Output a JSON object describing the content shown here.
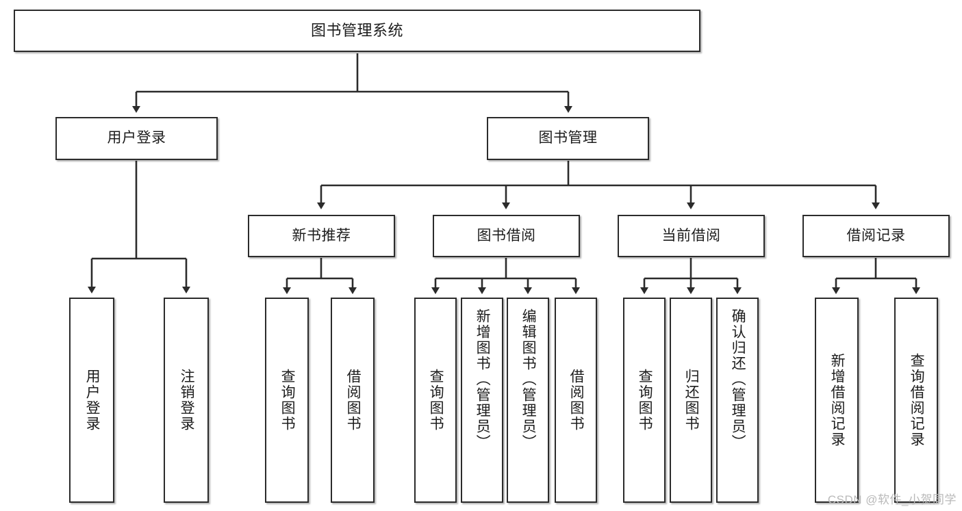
{
  "diagram": {
    "title": "图书管理系统",
    "type": "hierarchy-tree",
    "root": {
      "label": "图书管理系统"
    },
    "level2": [
      {
        "label": "用户登录"
      },
      {
        "label": "图书管理"
      }
    ],
    "level3": [
      {
        "label": "新书推荐"
      },
      {
        "label": "图书借阅"
      },
      {
        "label": "当前借阅"
      },
      {
        "label": "借阅记录"
      }
    ],
    "leaves": {
      "user_login": [
        {
          "label": "用户登录"
        },
        {
          "label": "注销登录"
        }
      ],
      "new_book_recommend": [
        {
          "label": "查询图书"
        },
        {
          "label": "借阅图书"
        }
      ],
      "book_borrow": [
        {
          "label": "查询图书"
        },
        {
          "label": "新增图书（管理员）"
        },
        {
          "label": "编辑图书（管理员）"
        },
        {
          "label": "借阅图书"
        }
      ],
      "current_borrow": [
        {
          "label": "查询图书"
        },
        {
          "label": "归还图书"
        },
        {
          "label": "确认归还（管理员）"
        }
      ],
      "borrow_record": [
        {
          "label": "新增借阅记录"
        },
        {
          "label": "查询借阅记录"
        }
      ]
    }
  },
  "watermark": {
    "text": "CSDN @软件_小贺同学"
  },
  "colors": {
    "box_border": "#2b2b2b",
    "box_fill": "#ffffff",
    "edge": "#2b2b2b",
    "text": "#1c1c1c",
    "watermark": "#b9b9b9",
    "background": "#ffffff"
  }
}
